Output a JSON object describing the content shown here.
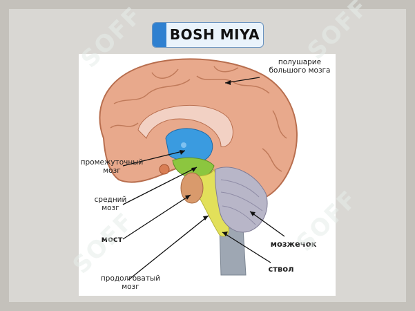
{
  "title": "BOSH MIYA",
  "labels": {
    "cerebrum": "полушарие\nбольшого мозга",
    "diencephalon": "промежуточный\nмозг",
    "midbrain": "средний\nмозг",
    "pons": "мост",
    "medulla": "продолговатый\nмозг",
    "cerebellum": "мозжечок",
    "brainstem": "ствол"
  },
  "watermark": "SOFF",
  "colors": {
    "background": "#c4c1bb",
    "title_accent": "#2f80d0",
    "cerebrum": "#e8a98c",
    "diencephalon": "#3a9be0",
    "midbrain": "#8cc63f",
    "brainstem": "#e2e05a",
    "pons": "#d99a6c",
    "cerebellum": "#b8b6c8",
    "spinal": "#9ea7b3"
  }
}
